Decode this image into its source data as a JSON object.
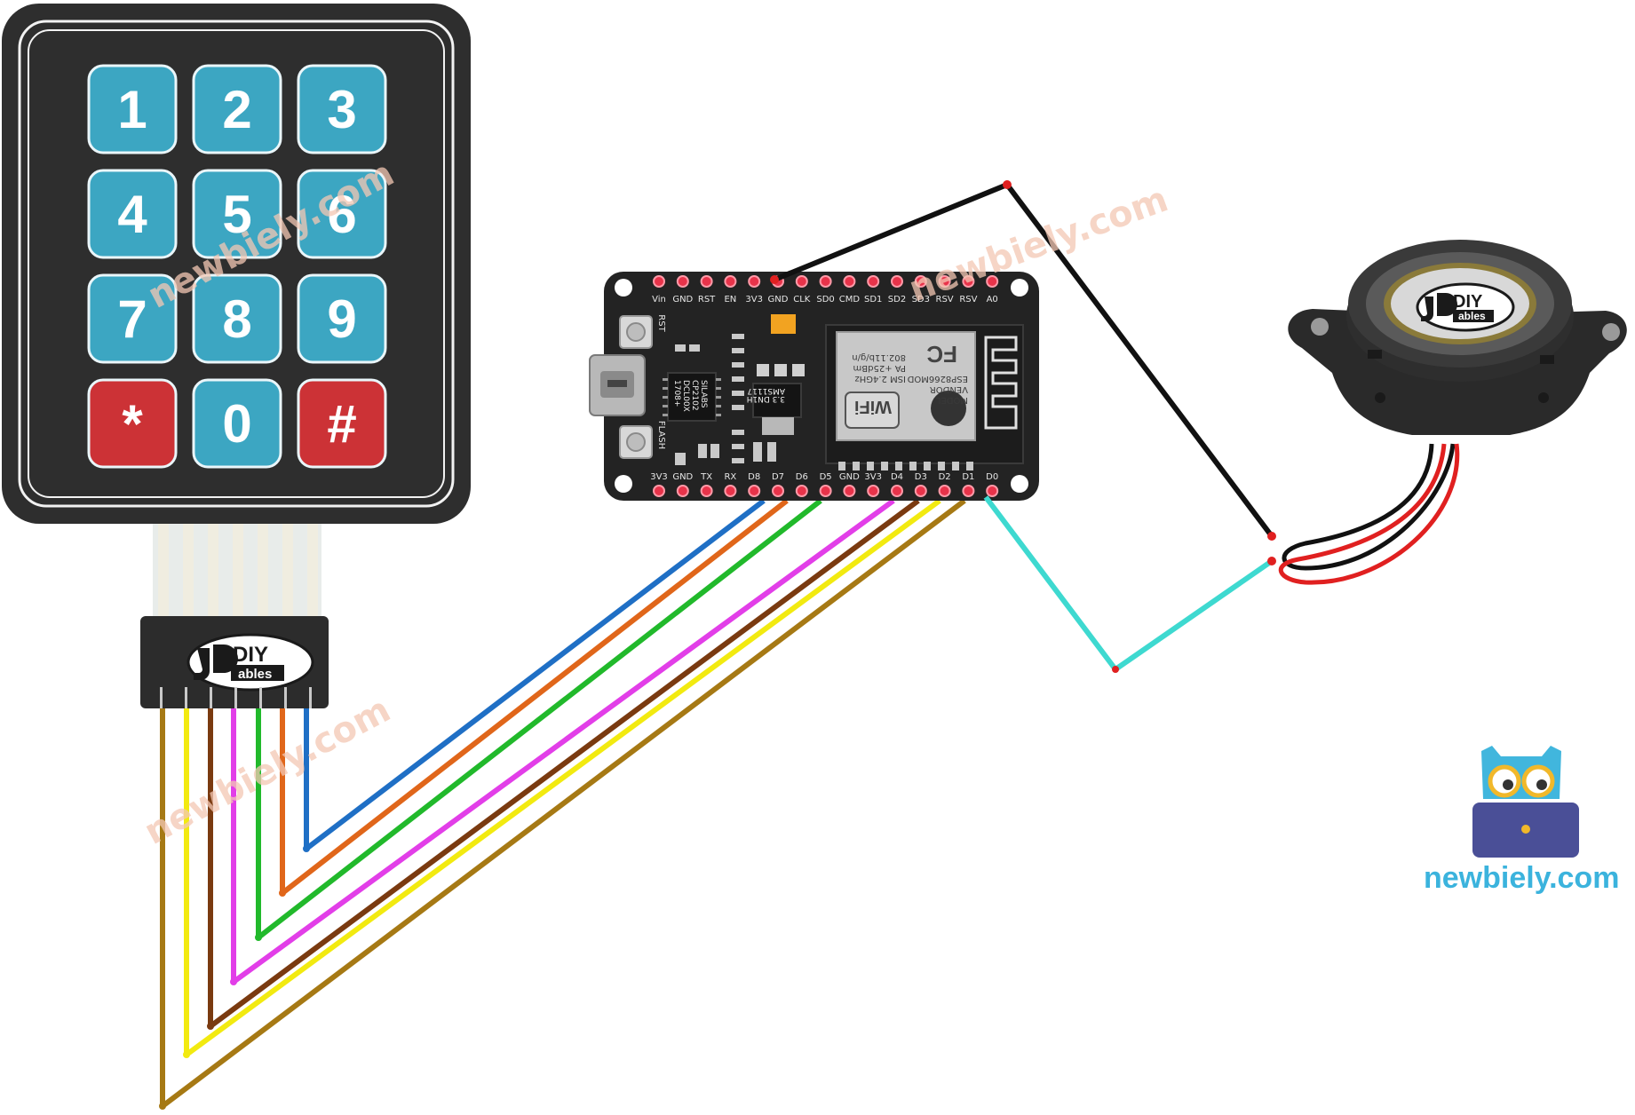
{
  "keypad": {
    "keys": [
      {
        "label": "1",
        "color": "#3ca6c2"
      },
      {
        "label": "2",
        "color": "#3ca6c2"
      },
      {
        "label": "3",
        "color": "#3ca6c2"
      },
      {
        "label": "4",
        "color": "#3ca6c2"
      },
      {
        "label": "5",
        "color": "#3ca6c2"
      },
      {
        "label": "6",
        "color": "#3ca6c2"
      },
      {
        "label": "7",
        "color": "#3ca6c2"
      },
      {
        "label": "8",
        "color": "#3ca6c2"
      },
      {
        "label": "9",
        "color": "#3ca6c2"
      },
      {
        "label": "*",
        "color": "#cc3236"
      },
      {
        "label": "0",
        "color": "#3ca6c2"
      },
      {
        "label": "#",
        "color": "#cc3236"
      }
    ],
    "connector_logo": {
      "top": "DIY",
      "bottom": "ables"
    }
  },
  "board": {
    "top_pins": [
      "Vin",
      "GND",
      "RST",
      "EN",
      "3V3",
      "GND",
      "CLK",
      "SD0",
      "CMD",
      "SD1",
      "SD2",
      "SD3",
      "RSV",
      "RSV",
      "A0"
    ],
    "bottom_pins": [
      "3V3",
      "GND",
      "TX",
      "RX",
      "D8",
      "D7",
      "D6",
      "D5",
      "GND",
      "3V3",
      "D4",
      "D3",
      "D2",
      "D1",
      "D0"
    ],
    "button_labels": {
      "reset": "RST",
      "flash": "FLASH"
    },
    "module": {
      "wifi_text": "WiFi",
      "fcc_text": "FC",
      "lines": [
        "MODEL",
        "VENDOR",
        "ESP8266MOD",
        "ISM 2.4GHz",
        "PA +25dBm",
        "802.11b/g/n"
      ]
    },
    "chip_lines": [
      "SILABS",
      "CP2102",
      "DCL00X",
      "1708+"
    ],
    "regulator_lines": [
      "AMS1117",
      "3.3 DN1H"
    ]
  },
  "buzzer": {
    "logo": {
      "top": "DIY",
      "bottom": "ables"
    }
  },
  "wires": {
    "colors": {
      "blue": "#1f6fc5",
      "orange": "#e0661a",
      "green": "#21b92b",
      "magenta": "#e23ee8",
      "brown": "#7a3a10",
      "yellow": "#f2ea10",
      "olive": "#a67914",
      "cyan": "#3ed9d0",
      "black": "#111111",
      "red": "#e02020"
    }
  },
  "branding": {
    "site": "newbiely.com",
    "watermark": "newbiely.com"
  }
}
